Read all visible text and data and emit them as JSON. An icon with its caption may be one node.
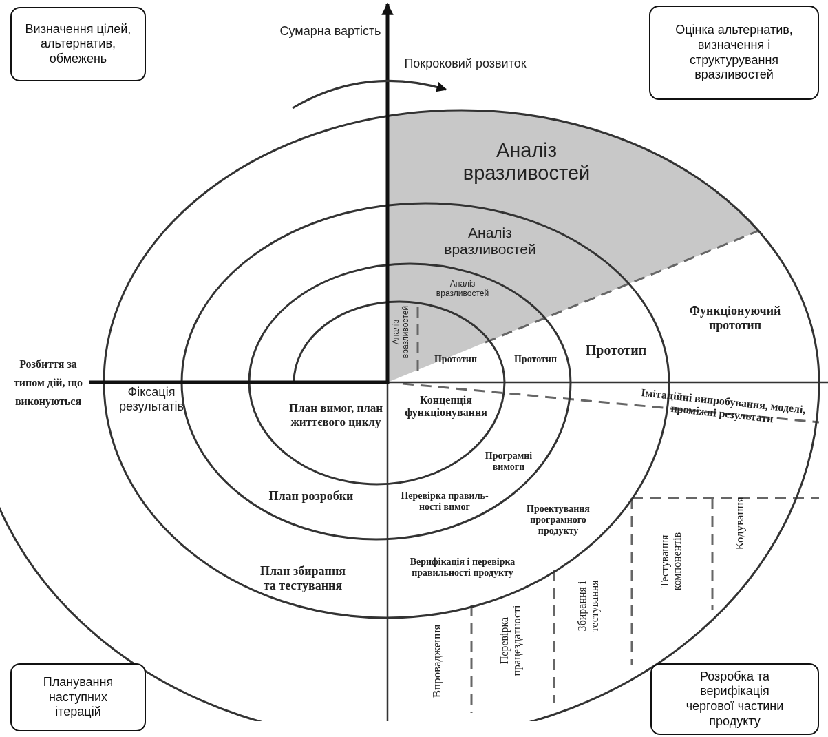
{
  "diagram": {
    "nodes": [
      {
        "text": [
          "Визначення цілей, альтернатив, обмежень"
        ]
      },
      {
        "text": [
          "Оцінка альтернатив, визначення і структурування вразливостей"
        ]
      },
      {
        "text": [
          "Планування наступних ітерацій"
        ]
      },
      {
        "text": [
          "Розробка та верифікація чергової частини продукту"
        ]
      }
    ],
    "edges": [],
    "labels": [
      "Сумарна вартість",
      "Покроковий розвиток",
      "Аналіз вразливостей",
      "Аналіз вразливостей",
      "Аналіз вразливостей",
      "Аналіз вразливостей",
      "Функціонуючий прототип",
      "Прототип",
      "Прототип",
      "Прототип",
      "Розбиття за типом дій, що виконуються",
      "Фіксація результатів",
      "План вимог, план життєвого циклу",
      "Концепція функціонування",
      "Програмні вимоги",
      "План розробки",
      "Перевірка правиль- ності вимог",
      "Проектування програмного продукту",
      "Верифікація і перевірка правильності продукту",
      "План збирання та тестування",
      "Імітаційні випробування, моделі, проміжні результати",
      "Впровадження",
      "Перевірка працездатності",
      "Збирання і тестування",
      "Тестування компонентів",
      "Кодування"
    ]
  }
}
